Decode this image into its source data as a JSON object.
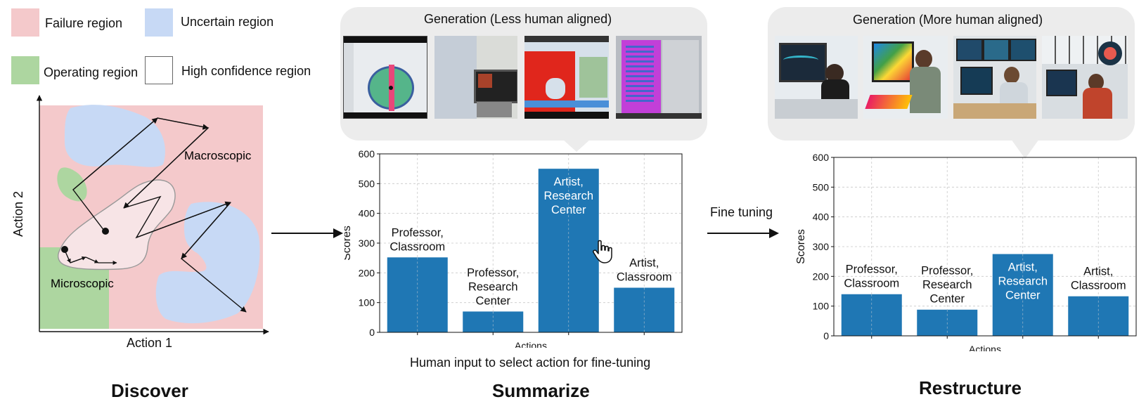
{
  "legend": {
    "failure_label": "Failure region",
    "uncertain_label": "Uncertain region",
    "operating_label": "Operating region",
    "high_confidence_label": "High confidence region"
  },
  "colors": {
    "failure": "#f4c9cb",
    "uncertain": "#c7d9f5",
    "operating": "#add6a0",
    "bar": "#1f77b4",
    "bubble": "#ececec"
  },
  "discover": {
    "title": "Discover",
    "xlabel": "Action 1",
    "ylabel": "Action 2",
    "macro_label": "Macroscopic",
    "micro_label": "Microscopic"
  },
  "summarize": {
    "title": "Summarize",
    "bubble_title": "Generation (Less human aligned)",
    "caption": "Human input to select action for fine-tuning"
  },
  "fine_tuning_label": "Fine tuning",
  "restructure": {
    "title": "Restructure",
    "bubble_title": "Generation (More human aligned)"
  },
  "chart_data": [
    {
      "type": "bar",
      "categories": [
        "Professor,\nClassroom",
        "Professor,\nResearch\nCenter",
        "Artist,\nResearch\nCenter",
        "Artist,\nClassroom"
      ],
      "values": [
        252,
        70,
        550,
        150
      ],
      "title": "",
      "xlabel": "Actions",
      "ylabel": "Scores",
      "ylim": [
        0,
        600
      ],
      "yticks": [
        0,
        100,
        200,
        300,
        400,
        500,
        600
      ],
      "grid": true,
      "highlighted_category": 2
    },
    {
      "type": "bar",
      "categories": [
        "Professor,\nClassroom",
        "Professor,\nResearch\nCenter",
        "Artist,\nResearch\nCenter",
        "Artist,\nClassroom"
      ],
      "values": [
        140,
        88,
        275,
        133
      ],
      "title": "",
      "xlabel": "Actions",
      "ylabel": "Scores",
      "ylim": [
        0,
        600
      ],
      "yticks": [
        0,
        100,
        200,
        300,
        400,
        500,
        600
      ],
      "grid": true,
      "highlighted_category": 2
    }
  ],
  "icons": {
    "cursor": "hand-pointer-icon"
  }
}
